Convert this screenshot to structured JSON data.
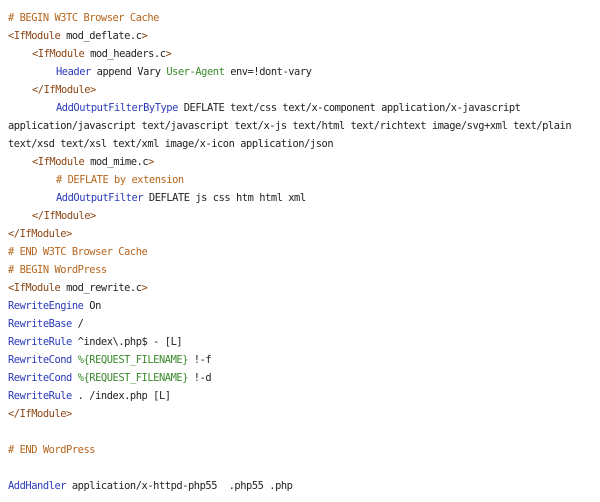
{
  "lines": [
    {
      "indent": 0,
      "parts": [
        {
          "c": "comment",
          "t": "# BEGIN W3TC Browser Cache"
        }
      ]
    },
    {
      "indent": 0,
      "parts": [
        {
          "c": "tag",
          "t": "<IfModule"
        },
        {
          "c": "plain",
          "t": " mod_deflate.c"
        },
        {
          "c": "tag",
          "t": ">"
        }
      ]
    },
    {
      "indent": 1,
      "parts": [
        {
          "c": "tag",
          "t": "<IfModule"
        },
        {
          "c": "plain",
          "t": " mod_headers.c"
        },
        {
          "c": "tag",
          "t": ">"
        }
      ]
    },
    {
      "indent": 2,
      "parts": [
        {
          "c": "directive",
          "t": "Header"
        },
        {
          "c": "plain",
          "t": " append Vary "
        },
        {
          "c": "special",
          "t": "User-Agent"
        },
        {
          "c": "plain",
          "t": " env=!dont-vary"
        }
      ]
    },
    {
      "indent": 1,
      "parts": [
        {
          "c": "tag",
          "t": "</IfModule>"
        }
      ]
    },
    {
      "indent": 2,
      "parts": [
        {
          "c": "directive",
          "t": "AddOutputFilterByType"
        },
        {
          "c": "plain",
          "t": " DEFLATE text/css text/x-component application/x-javascript"
        }
      ]
    },
    {
      "indent": 0,
      "parts": [
        {
          "c": "plain",
          "t": "application/javascript text/javascript text/x-js text/html text/richtext image/svg+xml text/plain"
        }
      ]
    },
    {
      "indent": 0,
      "parts": [
        {
          "c": "plain",
          "t": "text/xsd text/xsl text/xml image/x-icon application/json"
        }
      ]
    },
    {
      "indent": 1,
      "parts": [
        {
          "c": "tag",
          "t": "<IfModule"
        },
        {
          "c": "plain",
          "t": " mod_mime.c"
        },
        {
          "c": "tag",
          "t": ">"
        }
      ]
    },
    {
      "indent": 2,
      "parts": [
        {
          "c": "comment",
          "t": "# DEFLATE by extension"
        }
      ]
    },
    {
      "indent": 2,
      "parts": [
        {
          "c": "directive",
          "t": "AddOutputFilter"
        },
        {
          "c": "plain",
          "t": " DEFLATE js css htm html xml"
        }
      ]
    },
    {
      "indent": 1,
      "parts": [
        {
          "c": "tag",
          "t": "</IfModule>"
        }
      ]
    },
    {
      "indent": 0,
      "parts": [
        {
          "c": "tag",
          "t": "</IfModule>"
        }
      ]
    },
    {
      "indent": 0,
      "parts": [
        {
          "c": "comment",
          "t": "# END W3TC Browser Cache"
        }
      ]
    },
    {
      "indent": 0,
      "parts": [
        {
          "c": "comment",
          "t": "# BEGIN WordPress"
        }
      ]
    },
    {
      "indent": 0,
      "parts": [
        {
          "c": "tag",
          "t": "<IfModule"
        },
        {
          "c": "plain",
          "t": " mod_rewrite.c"
        },
        {
          "c": "tag",
          "t": ">"
        }
      ]
    },
    {
      "indent": 0,
      "parts": [
        {
          "c": "directive",
          "t": "RewriteEngine"
        },
        {
          "c": "plain",
          "t": " On"
        }
      ]
    },
    {
      "indent": 0,
      "parts": [
        {
          "c": "directive",
          "t": "RewriteBase"
        },
        {
          "c": "plain",
          "t": " /"
        }
      ]
    },
    {
      "indent": 0,
      "parts": [
        {
          "c": "directive",
          "t": "RewriteRule"
        },
        {
          "c": "plain",
          "t": " ^index\\.php$ - [L]"
        }
      ]
    },
    {
      "indent": 0,
      "parts": [
        {
          "c": "directive",
          "t": "RewriteCond"
        },
        {
          "c": "plain",
          "t": " "
        },
        {
          "c": "special",
          "t": "%{REQUEST_FILENAME}"
        },
        {
          "c": "plain",
          "t": " !-f"
        }
      ]
    },
    {
      "indent": 0,
      "parts": [
        {
          "c": "directive",
          "t": "RewriteCond"
        },
        {
          "c": "plain",
          "t": " "
        },
        {
          "c": "special",
          "t": "%{REQUEST_FILENAME}"
        },
        {
          "c": "plain",
          "t": " !-d"
        }
      ]
    },
    {
      "indent": 0,
      "parts": [
        {
          "c": "directive",
          "t": "RewriteRule"
        },
        {
          "c": "plain",
          "t": " . /index.php [L]"
        }
      ]
    },
    {
      "indent": 0,
      "parts": [
        {
          "c": "tag",
          "t": "</IfModule>"
        }
      ]
    },
    {
      "indent": 0,
      "parts": []
    },
    {
      "indent": 0,
      "parts": [
        {
          "c": "comment",
          "t": "# END WordPress"
        }
      ]
    },
    {
      "indent": 0,
      "parts": []
    },
    {
      "indent": 0,
      "parts": [
        {
          "c": "directive",
          "t": "AddHandler"
        },
        {
          "c": "plain",
          "t": " application/x-httpd-php55  .php55 .php"
        }
      ]
    }
  ],
  "colors": {
    "comment": "#b5651d",
    "tag": "#8b4513",
    "directive": "#2a3ab8",
    "special": "#3b8a2c",
    "plain": "#222222"
  }
}
